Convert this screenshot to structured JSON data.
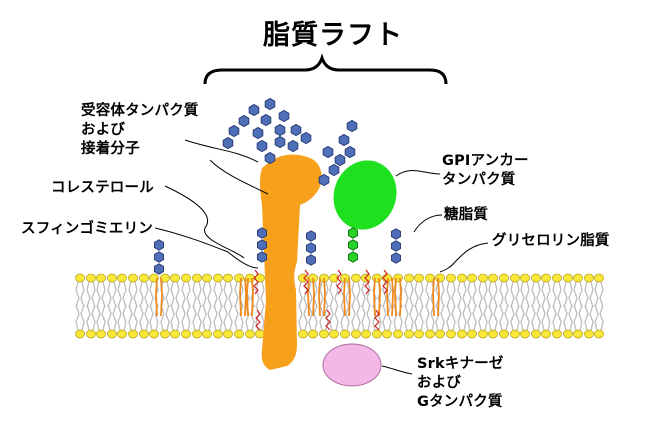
{
  "title": "脂質ラフト",
  "labels": {
    "receptor": [
      "受容体タンパク質",
      "および",
      "接着分子"
    ],
    "cholesterol": "コレステロール",
    "sphingomyelin": "スフィンゴミエリン",
    "gpi": [
      "GPIアンカー",
      "タンパク質"
    ],
    "glycolipid": "糖脂質",
    "glycerolipid": "グリセロリン脂質",
    "srk": [
      "Srkキナーゼ",
      "および",
      "Gタンパク質"
    ]
  },
  "colors": {
    "protein": "#f7a01b",
    "gpi_protein": "#1ee01e",
    "srk_protein": "#f4b8e6",
    "sugar_hex": "#4f6fb8",
    "sugar_hex_green": "#29d129",
    "lipid_head": "#f7e83a",
    "lipid_tail": "#bdbdbd",
    "raft_tail": "#f08a1c",
    "cholesterol": "#d22020"
  }
}
